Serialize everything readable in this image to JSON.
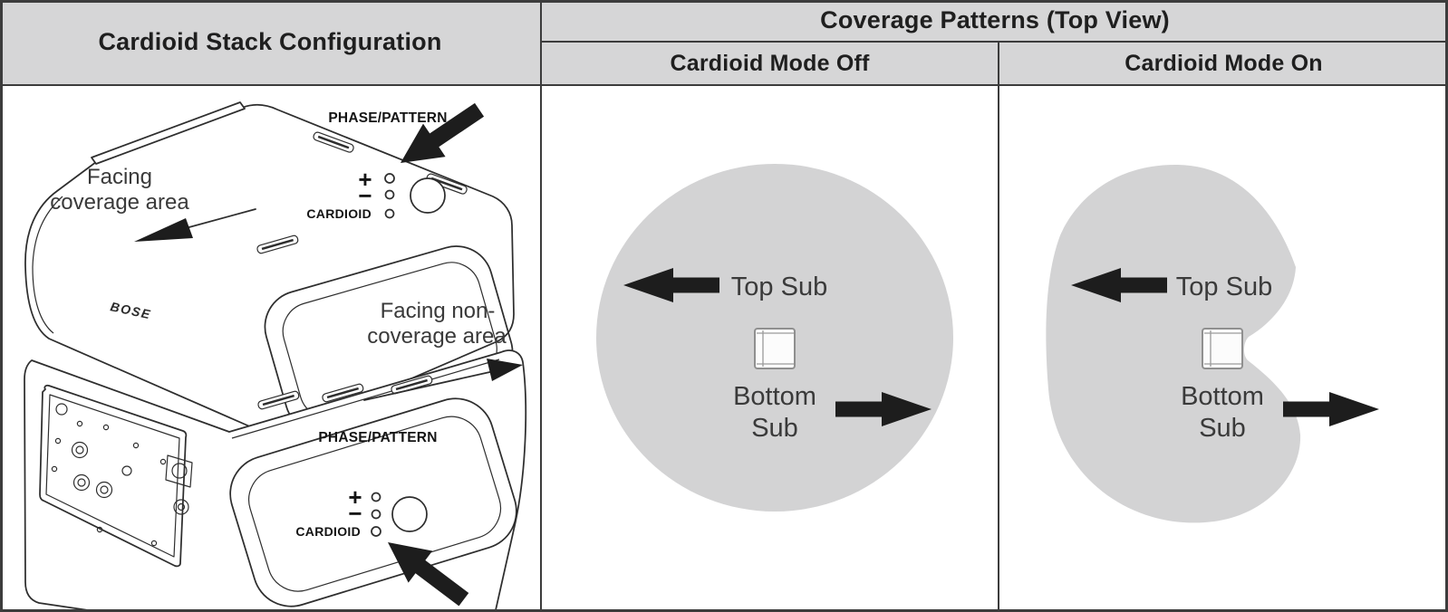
{
  "table": {
    "left_header": "Cardioid Stack Configuration",
    "right_header": "Coverage Patterns (Top View)",
    "mode_off_header": "Cardioid Mode Off",
    "mode_on_header": "Cardioid Mode On"
  },
  "stack_diagram": {
    "facing_coverage_line1": "Facing",
    "facing_coverage_line2": "coverage area",
    "facing_non_coverage_line1": "Facing non-",
    "facing_non_coverage_line2": "coverage area",
    "phase_pattern_label": "PHASE/PATTERN",
    "cardioid_label": "CARDIOID",
    "plus": "+",
    "minus": "−",
    "brand": "BOSE",
    "top_sub_leds": {
      "plus": "#1d1d1d",
      "minus": "#ffffff",
      "cardioid": "#ffffff"
    },
    "bottom_sub_leds": {
      "plus": "#ffffff",
      "minus": "#ffffff",
      "cardioid": "#1d1d1d"
    }
  },
  "mode_off_panel": {
    "top_sub": "Top Sub",
    "bottom_line1": "Bottom",
    "bottom_line2": "Sub"
  },
  "mode_on_panel": {
    "top_sub": "Top Sub",
    "bottom_line1": "Bottom",
    "bottom_line2": "Sub"
  },
  "colors": {
    "coverage_fill": "#d3d3d4",
    "header_bg": "#d6d6d7",
    "table_border": "#3c3c3c",
    "arrow_ink": "#1d1d1d"
  }
}
